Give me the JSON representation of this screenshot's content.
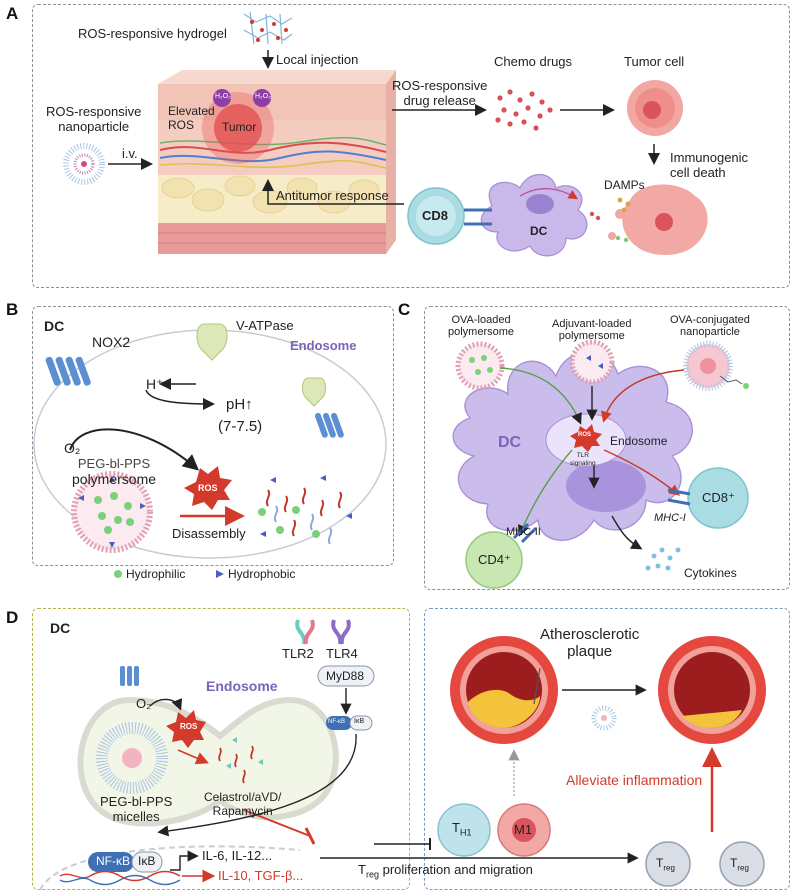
{
  "panelA": {
    "label": "A",
    "hydrogel": "ROS-responsive hydrogel",
    "local_injection": "Local injection",
    "nanoparticle": [
      "ROS-responsive",
      "nanoparticle"
    ],
    "iv": "i.v.",
    "elevated_ros": [
      "Elevated",
      "ROS"
    ],
    "h2o2": "H₂O₂",
    "tumor": "Tumor",
    "drug_release": [
      "ROS-responsive",
      "drug release"
    ],
    "chemo": "Chemo drugs",
    "tumor_cell": "Tumor cell",
    "icd": [
      "Immunogenic",
      "cell death"
    ],
    "damps": "DAMPs",
    "antitumor": "Antitumor response",
    "cd8": "CD8",
    "dc": "DC"
  },
  "panelB": {
    "label": "B",
    "dc": "DC",
    "nox2": "NOX2",
    "vatpase": "V-ATPase",
    "endosome": "Endosome",
    "hplus": "H⁺",
    "ph": "pH↑",
    "ph_range": "(7-7.5)",
    "o2": "O₂",
    "peg": "PEG-bl-PPS",
    "polymersome": "polymersome",
    "ros": "ROS",
    "disassembly": "Disassembly",
    "hydrophilic": "Hydrophilic",
    "hydrophobic": "Hydrophobic"
  },
  "panelC": {
    "label": "C",
    "ova_loaded": [
      "OVA-loaded",
      "polymersome"
    ],
    "adj_loaded": [
      "Adjuvant-loaded",
      "polymersome"
    ],
    "ova_conj": [
      "OVA-conjugated",
      "nanoparticle"
    ],
    "dc": "DC",
    "endosome": "Endosome",
    "tlr_signaling": [
      "TLR",
      "signaling"
    ],
    "mhc1": "MHC-I",
    "mhc2": "MHC-II",
    "cd8": "CD8⁺",
    "cd4": "CD4⁺",
    "cytokines": "Cytokines",
    "ros": "ROS"
  },
  "panelD": {
    "label": "D",
    "dc": "DC",
    "o2": "O₂",
    "endosome": "Endosome",
    "ros": "ROS",
    "tlr2": "TLR2",
    "tlr4": "TLR4",
    "myd88": "MyD88",
    "nfkb_small": "NF-κB",
    "ikb_small": "IκB",
    "peg": "PEG-bl-PPS",
    "micelles": "micelles",
    "drugs": [
      "Celastrol/aVD/",
      "Rapamycin"
    ],
    "nfkb": "NF-κB",
    "ikb": "IκB",
    "il6": "IL-6, IL-12...",
    "il10": "IL-10, TGF-β...",
    "plaque": [
      "Atherosclerotic",
      "plaque"
    ],
    "alleviate": "Alleviate inflammation",
    "th1": "T",
    "th1_sub": "H1",
    "m1": "M1",
    "treg_main": "T",
    "treg_sub": "reg",
    "treg_text": "proliferation and migration"
  },
  "colors": {
    "red": "#d33a2c",
    "purple": "#7b63b8",
    "dc_cell": "#c9b8ea",
    "tcell": "#a9dde3"
  }
}
